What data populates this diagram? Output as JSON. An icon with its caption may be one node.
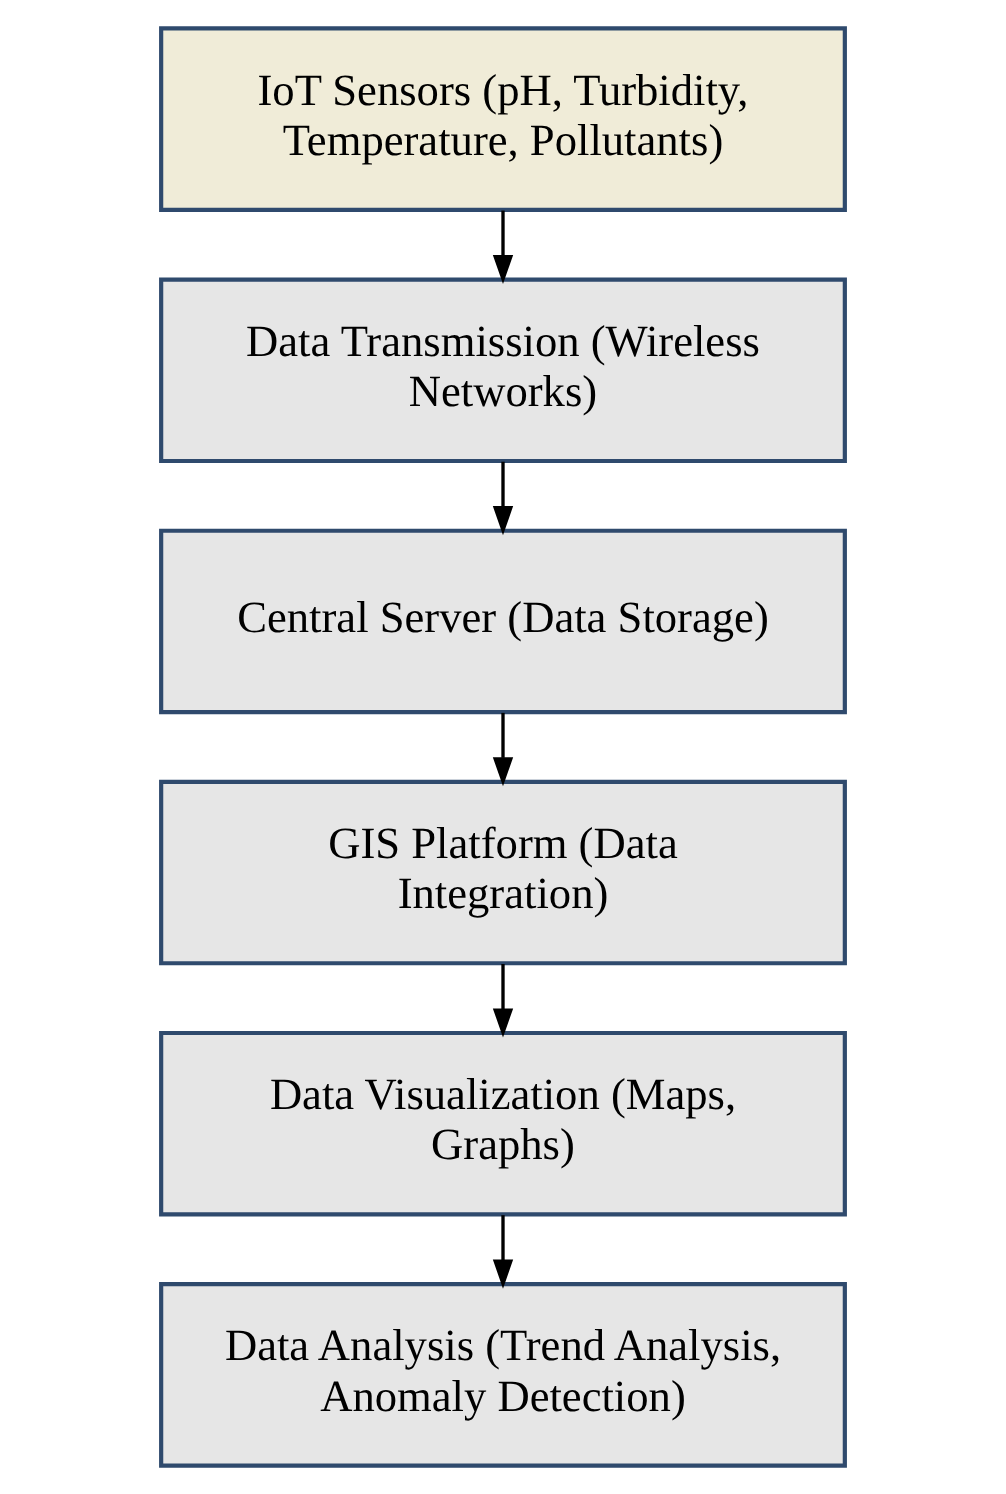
{
  "diagram": {
    "nodes": [
      {
        "text": [
          "IoT Sensors (pH, Turbidity, Temperature, Pollutants)"
        ]
      },
      {
        "text": [
          "Data Transmission (Wireless Networks)"
        ]
      },
      {
        "text": [
          "Central Server (Data Storage)"
        ]
      },
      {
        "text": [
          "GIS Platform (Data Integration)"
        ]
      },
      {
        "text": [
          "Data Visualization (Maps, Graphs)"
        ]
      },
      {
        "text": [
          "Data Analysis (Trend Analysis, Anomaly Detection)"
        ]
      }
    ],
    "edges": [
      {
        "from": 0,
        "to": 1,
        "arrow": "to"
      },
      {
        "from": 1,
        "to": 2,
        "arrow": "to"
      },
      {
        "from": 2,
        "to": 3,
        "arrow": "to"
      },
      {
        "from": 3,
        "to": 4,
        "arrow": "to"
      },
      {
        "from": 4,
        "to": 5,
        "arrow": "to"
      }
    ]
  }
}
